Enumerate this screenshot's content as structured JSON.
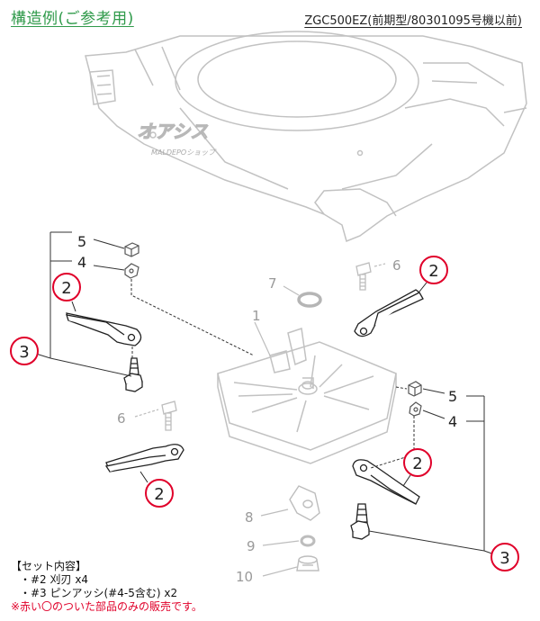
{
  "header": {
    "title": "構造例(ご参考用)",
    "model": "ZGC500EZ(前期型/80301095号機以前)"
  },
  "watermark": {
    "brand": "オアシス",
    "sub": "MALDEPOショップ"
  },
  "callouts": {
    "blade": "2",
    "pin": "3",
    "washer": "4",
    "nut": "5",
    "bolt": "6",
    "gasket": "7",
    "bracket": "8",
    "spacer": "9",
    "cap": "10",
    "disc": "1"
  },
  "notes": {
    "heading": "【セット内容】",
    "item1": "・#2 刈刃 x4",
    "item2": "・#3 ピンアッシ(#4-5含む) x2",
    "warning": "※赤い〇のついた部品のみの販売です。"
  },
  "colors": {
    "title_green": "#2f9a4a",
    "highlight_red": "#e0002a",
    "line_gray": "#bdbdbd",
    "ink": "#222222"
  }
}
